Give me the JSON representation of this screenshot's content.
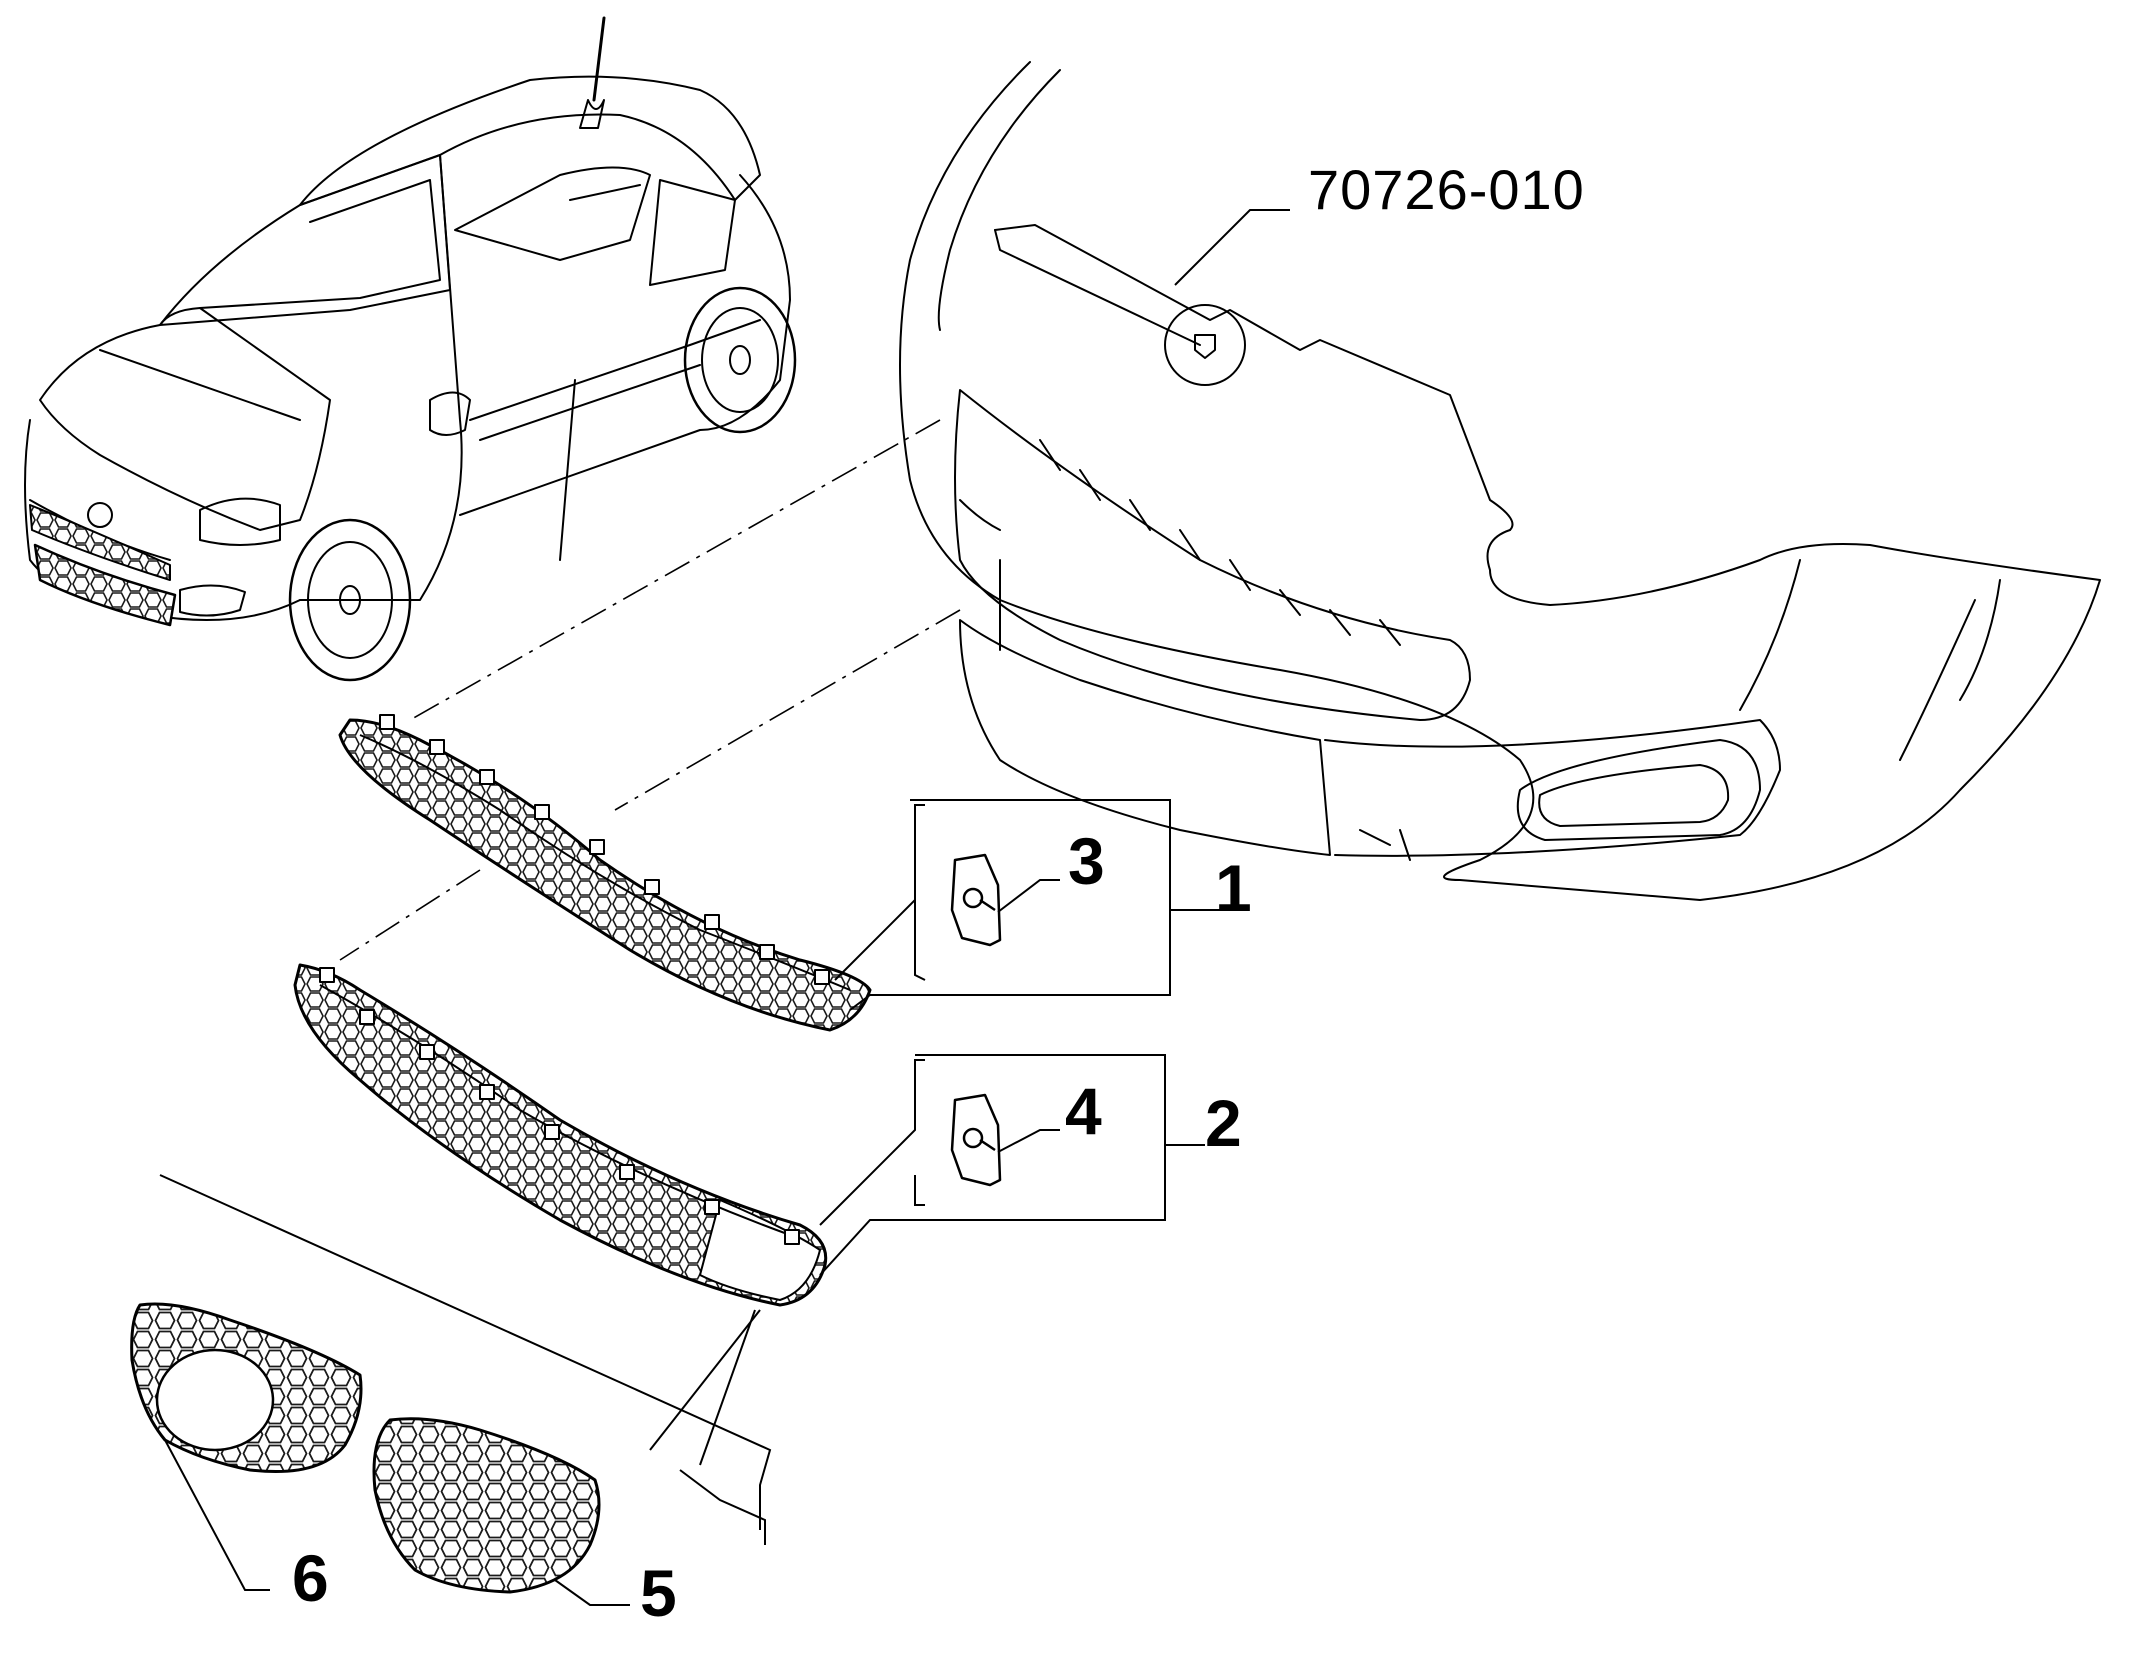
{
  "diagram": {
    "reference_code": "70726-010",
    "callouts": [
      "1",
      "2",
      "3",
      "4",
      "5",
      "6"
    ]
  },
  "parts": [
    {
      "label": "1",
      "depicts": "upper grille"
    },
    {
      "label": "2",
      "depicts": "lower grille"
    },
    {
      "label": "3",
      "depicts": "clip nut"
    },
    {
      "label": "4",
      "depicts": "clip nut"
    },
    {
      "label": "5",
      "depicts": "grille insert"
    },
    {
      "label": "6",
      "depicts": "fog lamp grille"
    }
  ],
  "colors": {
    "line": "#000000",
    "background": "#ffffff",
    "mesh": "#1a1a1a"
  }
}
